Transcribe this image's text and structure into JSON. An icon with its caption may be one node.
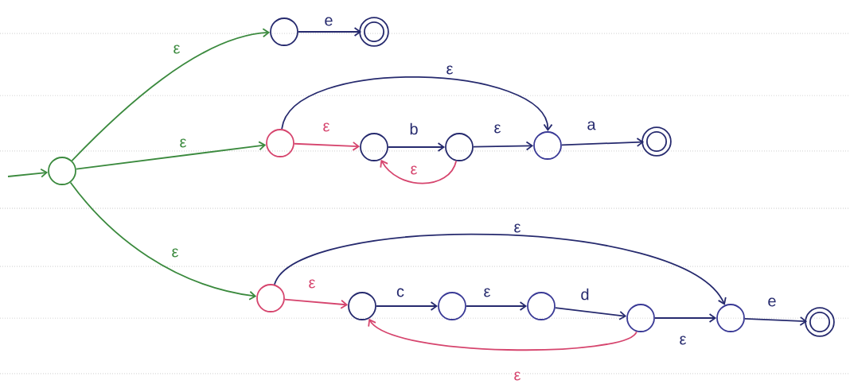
{
  "diagram": {
    "nodes": [
      {
        "text": [],
        "shape": "circle"
      },
      {
        "text": [],
        "shape": "circle"
      },
      {
        "text": [],
        "shape": "doublecircle"
      },
      {
        "text": [],
        "shape": "circle"
      },
      {
        "text": [],
        "shape": "circle"
      },
      {
        "text": [],
        "shape": "circle"
      },
      {
        "text": [],
        "shape": "circle"
      },
      {
        "text": [],
        "shape": "doublecircle"
      },
      {
        "text": [],
        "shape": "circle"
      },
      {
        "text": [],
        "shape": "circle"
      },
      {
        "text": [],
        "shape": "circle"
      },
      {
        "text": [],
        "shape": "circle"
      },
      {
        "text": [],
        "shape": "circle"
      },
      {
        "text": [],
        "shape": "circle"
      },
      {
        "text": [],
        "shape": "doublecircle"
      }
    ],
    "edges": [
      {
        "from": null,
        "to": 0,
        "arrow": "to",
        "color": "#3b8a3e"
      },
      {
        "from": 0,
        "to": 1,
        "arrow": "to",
        "label": "ε",
        "color": "#3b8a3e"
      },
      {
        "from": 0,
        "to": 3,
        "arrow": "to",
        "label": "ε",
        "color": "#3b8a3e"
      },
      {
        "from": 0,
        "to": 8,
        "arrow": "to",
        "label": "ε",
        "color": "#3b8a3e"
      },
      {
        "from": 1,
        "to": 2,
        "arrow": "to",
        "label": "e"
      },
      {
        "from": 3,
        "to": 6,
        "arrow": "to",
        "label": "ε"
      },
      {
        "from": 3,
        "to": 4,
        "arrow": "to",
        "label": "ε",
        "color": "#d6456e"
      },
      {
        "from": 4,
        "to": 5,
        "arrow": "to",
        "label": "b"
      },
      {
        "from": 5,
        "to": 6,
        "arrow": "to",
        "label": "ε"
      },
      {
        "from": 6,
        "to": 7,
        "arrow": "to",
        "label": "a"
      },
      {
        "from": 5,
        "to": 4,
        "arrow": "to",
        "label": "ε",
        "color": "#d6456e"
      },
      {
        "from": 8,
        "to": 13,
        "arrow": "to",
        "label": "ε"
      },
      {
        "from": 8,
        "to": 9,
        "arrow": "to",
        "label": "ε",
        "color": "#d6456e"
      },
      {
        "from": 9,
        "to": 10,
        "arrow": "to",
        "label": "c"
      },
      {
        "from": 10,
        "to": 11,
        "arrow": "to",
        "label": "ε"
      },
      {
        "from": 11,
        "to": 12,
        "arrow": "to",
        "label": "d"
      },
      {
        "from": 12,
        "to": 13,
        "arrow": "to",
        "label": "ε"
      },
      {
        "from": 13,
        "to": 14,
        "arrow": "to",
        "label": "e"
      },
      {
        "from": 12,
        "to": 9,
        "arrow": "to",
        "label": "ε",
        "color": "#d6456e"
      }
    ]
  }
}
